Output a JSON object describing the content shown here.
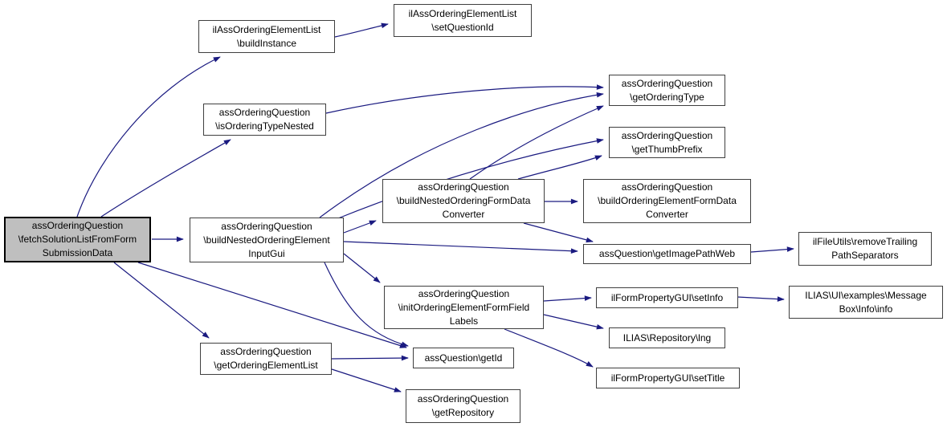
{
  "diagram": {
    "type": "call-graph",
    "edge_color": "#1a1a80",
    "node_border_color": "#3f3f3f",
    "main_node_fill": "#bfbfbf",
    "node_fill": "#ffffff",
    "nodes": [
      {
        "id": "fetchSolutionListFromFormSubmissionData",
        "label": "assOrderingQuestion\n\\fetchSolutionListFromForm\nSubmissionData",
        "highlighted": true
      },
      {
        "id": "buildInstance",
        "label": "ilAssOrderingElementList\n\\buildInstance",
        "highlighted": false
      },
      {
        "id": "setQuestionId",
        "label": "ilAssOrderingElementList\n\\setQuestionId",
        "highlighted": false
      },
      {
        "id": "isOrderingTypeNested",
        "label": "assOrderingQuestion\n\\isOrderingTypeNested",
        "highlighted": false
      },
      {
        "id": "getOrderingType",
        "label": "assOrderingQuestion\n\\getOrderingType",
        "highlighted": false
      },
      {
        "id": "getThumbPrefix",
        "label": "assOrderingQuestion\n\\getThumbPrefix",
        "highlighted": false
      },
      {
        "id": "buildNestedOrderingElementInputGui",
        "label": "assOrderingQuestion\n\\buildNestedOrderingElement\nInputGui",
        "highlighted": false
      },
      {
        "id": "buildNestedOrderingFormDataConverter",
        "label": "assOrderingQuestion\n\\buildNestedOrderingFormData\nConverter",
        "highlighted": false
      },
      {
        "id": "buildOrderingElementFormDataConverter",
        "label": "assOrderingQuestion\n\\buildOrderingElementFormData\nConverter",
        "highlighted": false
      },
      {
        "id": "getImagePathWeb",
        "label": "assQuestion\\getImagePathWeb",
        "highlighted": false
      },
      {
        "id": "removeTrailingPathSeparators",
        "label": "ilFileUtils\\removeTrailing\nPathSeparators",
        "highlighted": false
      },
      {
        "id": "initOrderingElementFormFieldLabels",
        "label": "assOrderingQuestion\n\\initOrderingElementFormField\nLabels",
        "highlighted": false
      },
      {
        "id": "setInfo",
        "label": "ilFormPropertyGUI\\setInfo",
        "highlighted": false
      },
      {
        "id": "messageBoxInfo",
        "label": "ILIAS\\UI\\examples\\Message\nBox\\Info\\info",
        "highlighted": false
      },
      {
        "id": "lng",
        "label": "ILIAS\\Repository\\lng",
        "highlighted": false
      },
      {
        "id": "setTitle",
        "label": "ilFormPropertyGUI\\setTitle",
        "highlighted": false
      },
      {
        "id": "getId",
        "label": "assQuestion\\getId",
        "highlighted": false
      },
      {
        "id": "getRepository",
        "label": "assOrderingQuestion\n\\getRepository",
        "highlighted": false
      },
      {
        "id": "getOrderingElementList",
        "label": "assOrderingQuestion\n\\getOrderingElementList",
        "highlighted": false
      }
    ],
    "edges": [
      {
        "from": "fetchSolutionListFromFormSubmissionData",
        "to": "buildInstance"
      },
      {
        "from": "fetchSolutionListFromFormSubmissionData",
        "to": "isOrderingTypeNested"
      },
      {
        "from": "fetchSolutionListFromFormSubmissionData",
        "to": "buildNestedOrderingElementInputGui"
      },
      {
        "from": "fetchSolutionListFromFormSubmissionData",
        "to": "getOrderingElementList"
      },
      {
        "from": "fetchSolutionListFromFormSubmissionData",
        "to": "getId"
      },
      {
        "from": "buildInstance",
        "to": "setQuestionId"
      },
      {
        "from": "isOrderingTypeNested",
        "to": "getOrderingType"
      },
      {
        "from": "buildNestedOrderingElementInputGui",
        "to": "getOrderingType"
      },
      {
        "from": "buildNestedOrderingElementInputGui",
        "to": "getThumbPrefix"
      },
      {
        "from": "buildNestedOrderingElementInputGui",
        "to": "buildNestedOrderingFormDataConverter"
      },
      {
        "from": "buildNestedOrderingElementInputGui",
        "to": "getImagePathWeb"
      },
      {
        "from": "buildNestedOrderingElementInputGui",
        "to": "initOrderingElementFormFieldLabels"
      },
      {
        "from": "buildNestedOrderingElementInputGui",
        "to": "getId"
      },
      {
        "from": "buildNestedOrderingFormDataConverter",
        "to": "getOrderingType"
      },
      {
        "from": "buildNestedOrderingFormDataConverter",
        "to": "getThumbPrefix"
      },
      {
        "from": "buildNestedOrderingFormDataConverter",
        "to": "buildOrderingElementFormDataConverter"
      },
      {
        "from": "buildNestedOrderingFormDataConverter",
        "to": "getImagePathWeb"
      },
      {
        "from": "getImagePathWeb",
        "to": "removeTrailingPathSeparators"
      },
      {
        "from": "initOrderingElementFormFieldLabels",
        "to": "setInfo"
      },
      {
        "from": "initOrderingElementFormFieldLabels",
        "to": "lng"
      },
      {
        "from": "initOrderingElementFormFieldLabels",
        "to": "setTitle"
      },
      {
        "from": "setInfo",
        "to": "messageBoxInfo"
      },
      {
        "from": "getOrderingElementList",
        "to": "getId"
      },
      {
        "from": "getOrderingElementList",
        "to": "getRepository"
      }
    ]
  }
}
